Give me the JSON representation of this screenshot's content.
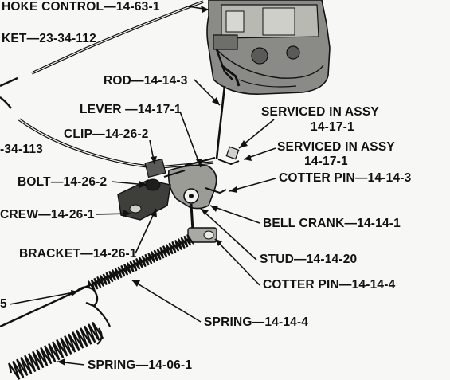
{
  "figure": {
    "labels": {
      "choke_control": "HOKE CONTROL—14-63-1",
      "bracket_top": "KET—23-34-112",
      "rod": "ROD—14-14-3",
      "lever": "LEVER —14-17-1",
      "serviced_1_line1": "SERVICED IN ASSY",
      "serviced_1_line2": "14-17-1",
      "clip": "CLIP—14-26-2",
      "serviced_2_line1": "SERVICED IN ASSY",
      "serviced_2_line2": "14-17-1",
      "partial_113": "-34-113",
      "cotter_pin_top": "COTTER PIN—14-14-3",
      "bolt": "BOLT—14-26-2",
      "screw": "CREW—14-26-1",
      "bell_crank": "BELL CRANK—14-14-1",
      "bracket_lower": "BRACKET—14-26-1",
      "stud": "STUD—14-14-20",
      "cotter_pin_bottom": "COTTER PIN—14-14-4",
      "partial_5": "5",
      "spring_14_14_4": "SPRING—14-14-4",
      "spring_14_06_1": "SPRING—14-06-1"
    }
  }
}
